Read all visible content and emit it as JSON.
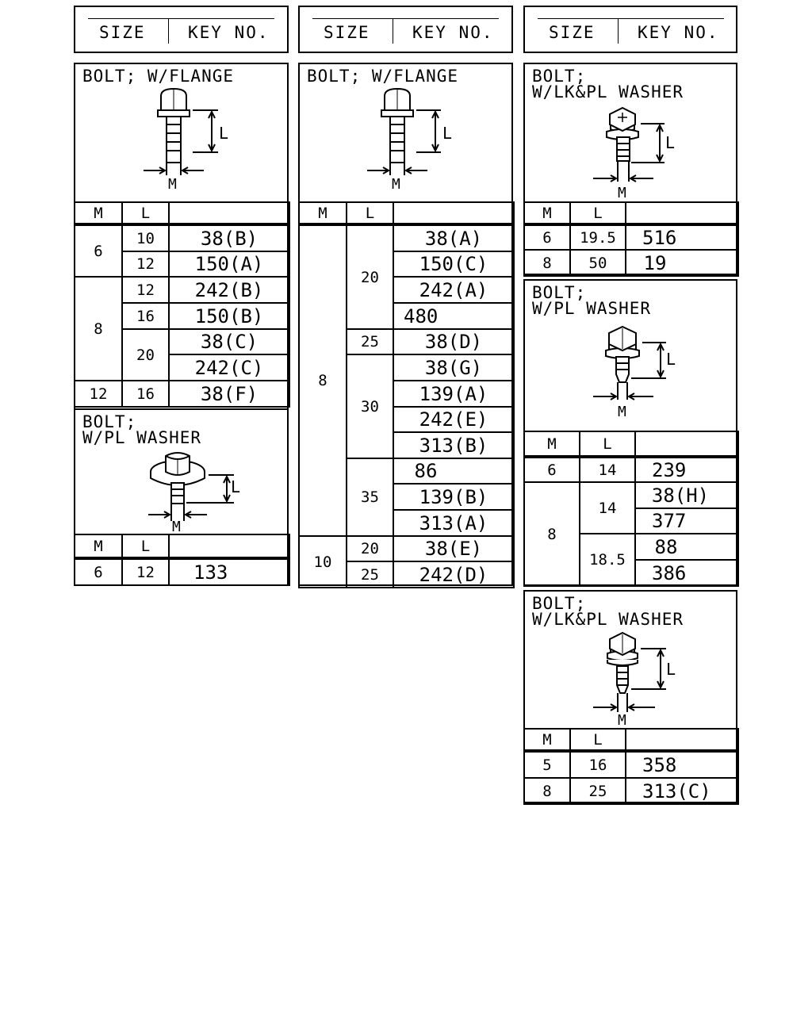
{
  "header": {
    "size_label": "SIZE",
    "key_label": "KEY NO."
  },
  "columns": {
    "m": "M",
    "l": "L"
  },
  "dims": {
    "l": "L",
    "m": "M"
  },
  "panels": {
    "flange_a": {
      "title": "BOLT; W/FLANGE",
      "rows": [
        {
          "m": "6",
          "l": "10",
          "key": "38(B)"
        },
        {
          "l": "12",
          "key": "150(A)"
        },
        {
          "m": "8",
          "l": "12",
          "key": "242(B)"
        },
        {
          "l": "16",
          "key": "150(B)"
        },
        {
          "l": "20",
          "key": "38(C)"
        },
        {
          "key": "242(C)"
        },
        {
          "m": "12",
          "l": "16",
          "key": "38(F)"
        }
      ]
    },
    "plwasher_a": {
      "title": "BOLT;\nW/PL WASHER",
      "rows": [
        {
          "m": "6",
          "l": "12",
          "key": "133"
        }
      ]
    },
    "flange_b": {
      "title": "BOLT; W/FLANGE",
      "rows": [
        {
          "m": "8",
          "l": "20",
          "key": "38(A)"
        },
        {
          "key": "150(C)"
        },
        {
          "key": "242(A)"
        },
        {
          "key": "480"
        },
        {
          "l": "25",
          "key": "38(D)"
        },
        {
          "l": "30",
          "key": "38(G)"
        },
        {
          "key": "139(A)"
        },
        {
          "key": "242(E)"
        },
        {
          "key": "313(B)"
        },
        {
          "l": "35",
          "key": "86"
        },
        {
          "key": "139(B)"
        },
        {
          "key": "313(A)"
        },
        {
          "m": "10",
          "l": "20",
          "key": "38(E)"
        },
        {
          "l": "25",
          "key": "242(D)"
        }
      ]
    },
    "lkpl_a": {
      "title": "BOLT;\nW/LK&PL WASHER",
      "rows": [
        {
          "m": "6",
          "l": "19.5",
          "key": "516"
        },
        {
          "m": "8",
          "l": "50",
          "key": "19"
        }
      ]
    },
    "plwasher_b": {
      "title": "BOLT;\nW/PL WASHER",
      "rows": [
        {
          "m": "6",
          "l": "14",
          "key": "239"
        },
        {
          "m": "8",
          "l": "14",
          "key": "38(H)"
        },
        {
          "key": "377"
        },
        {
          "l": "18.5",
          "key": "88"
        },
        {
          "key": "386"
        }
      ]
    },
    "lkpl_b": {
      "title": "BOLT;\nW/LK&PL WASHER",
      "rows": [
        {
          "m": "5",
          "l": "16",
          "key": "358"
        },
        {
          "m": "8",
          "l": "25",
          "key": "313(C)"
        }
      ]
    }
  }
}
